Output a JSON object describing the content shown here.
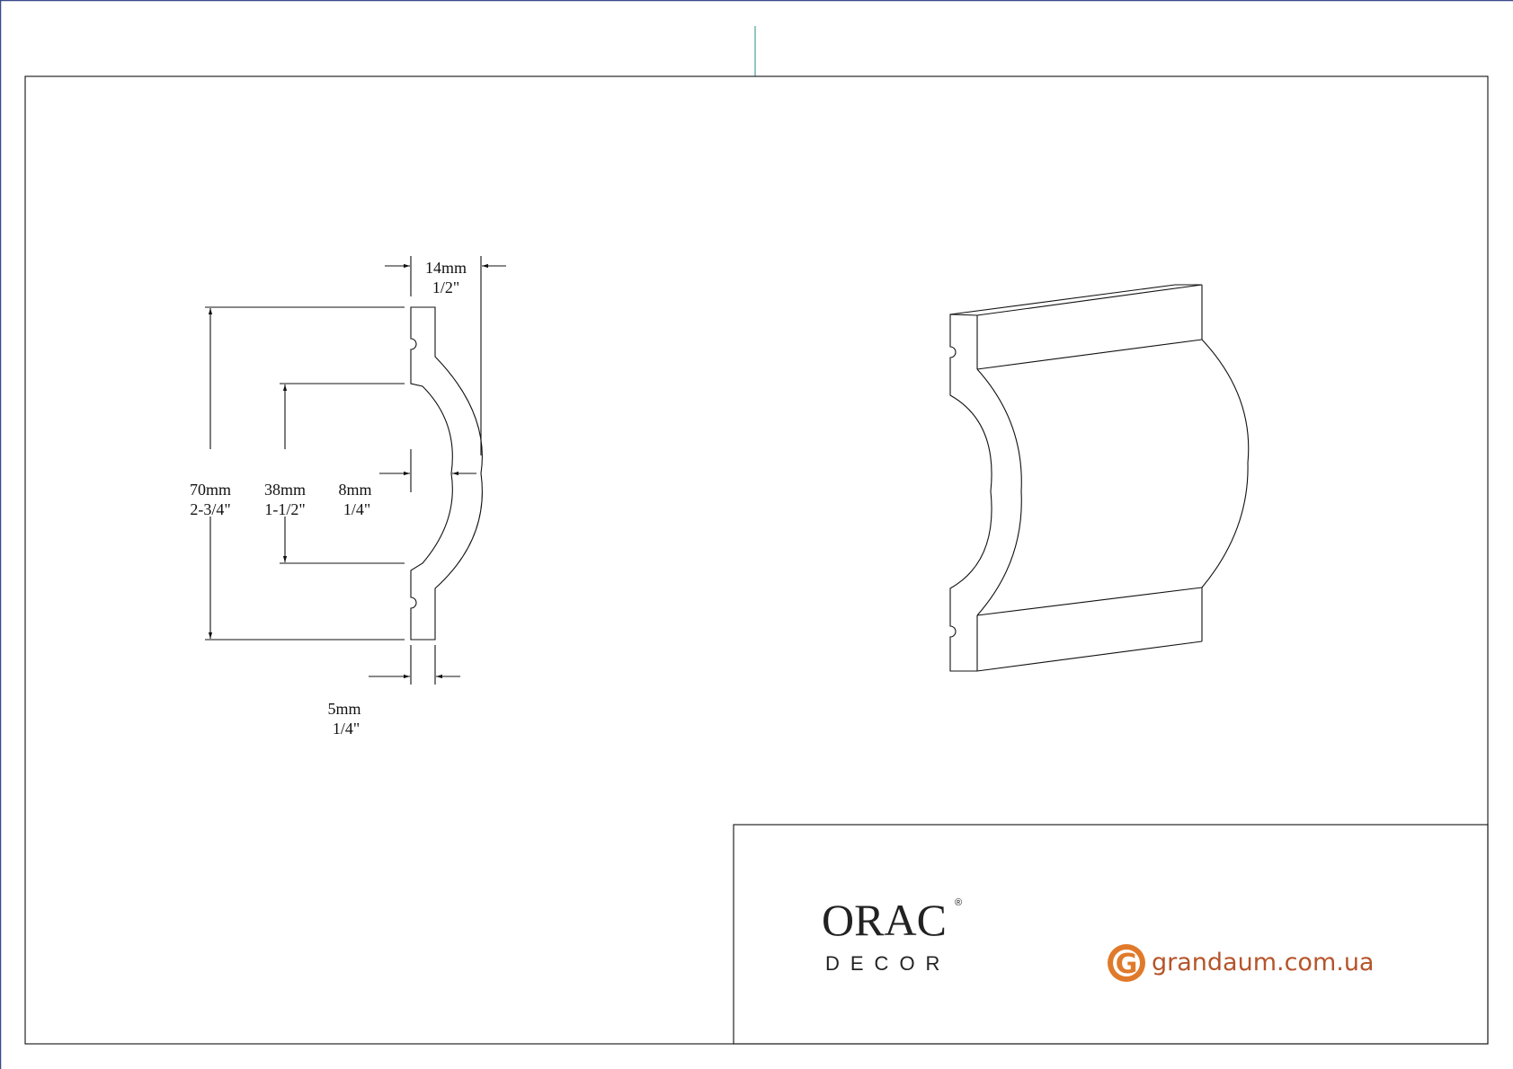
{
  "drawing": {
    "dimensions": {
      "width_top": {
        "mm": "14mm",
        "in": "1/2\""
      },
      "height_total": {
        "mm": "70mm",
        "in": "2-3/4\""
      },
      "height_inner": {
        "mm": "38mm",
        "in": "1-1/2\""
      },
      "depth_inner": {
        "mm": "8mm",
        "in": "1/4\""
      },
      "thickness_base": {
        "mm": "5mm",
        "in": "1/4\""
      }
    }
  },
  "title_block": {
    "brand_logo": {
      "name": "ORAC",
      "sub": "DECOR",
      "mark": "®"
    },
    "dealer_logo": {
      "icon_letter": "G",
      "text": "grandaum.com.ua",
      "color": "#e07a2a"
    }
  }
}
